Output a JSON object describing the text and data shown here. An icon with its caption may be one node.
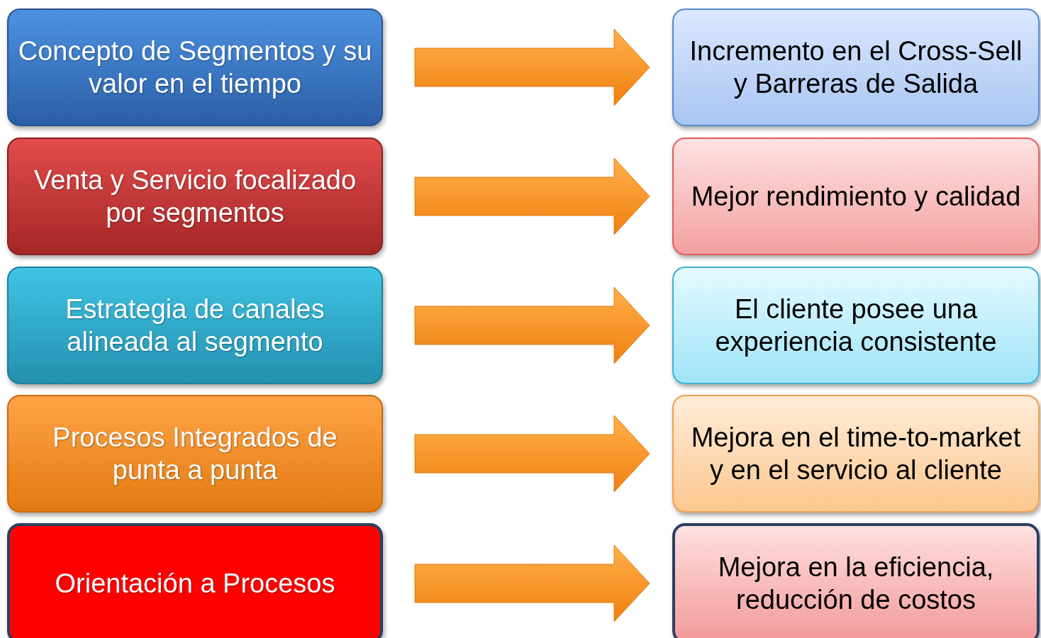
{
  "diagram": {
    "nodes": [
      {
        "text": [
          "Concepto de Segmentos y su valor en el tiempo"
        ]
      },
      {
        "text": [
          "Incremento en el Cross-Sell y Barreras de Salida"
        ]
      },
      {
        "text": [
          "Venta y Servicio focalizado por segmentos"
        ]
      },
      {
        "text": [
          "Mejor rendimiento y calidad"
        ]
      },
      {
        "text": [
          "Estrategia de canales alineada al segmento"
        ]
      },
      {
        "text": [
          "El cliente posee una experiencia consistente"
        ]
      },
      {
        "text": [
          "Procesos Integrados de punta a punta"
        ]
      },
      {
        "text": [
          "Mejora en el time-to-market y en el servicio al cliente"
        ]
      },
      {
        "text": [
          "Orientación a Procesos"
        ]
      },
      {
        "text": [
          "Mejora en la eficiencia, reducción de costos"
        ]
      }
    ],
    "edges": [
      {
        "from": 0,
        "to": 1,
        "arrow": "to"
      },
      {
        "from": 2,
        "to": 3,
        "arrow": "to"
      },
      {
        "from": 4,
        "to": 5,
        "arrow": "to"
      },
      {
        "from": 6,
        "to": 7,
        "arrow": "to"
      },
      {
        "from": 8,
        "to": 9,
        "arrow": "to"
      }
    ]
  }
}
